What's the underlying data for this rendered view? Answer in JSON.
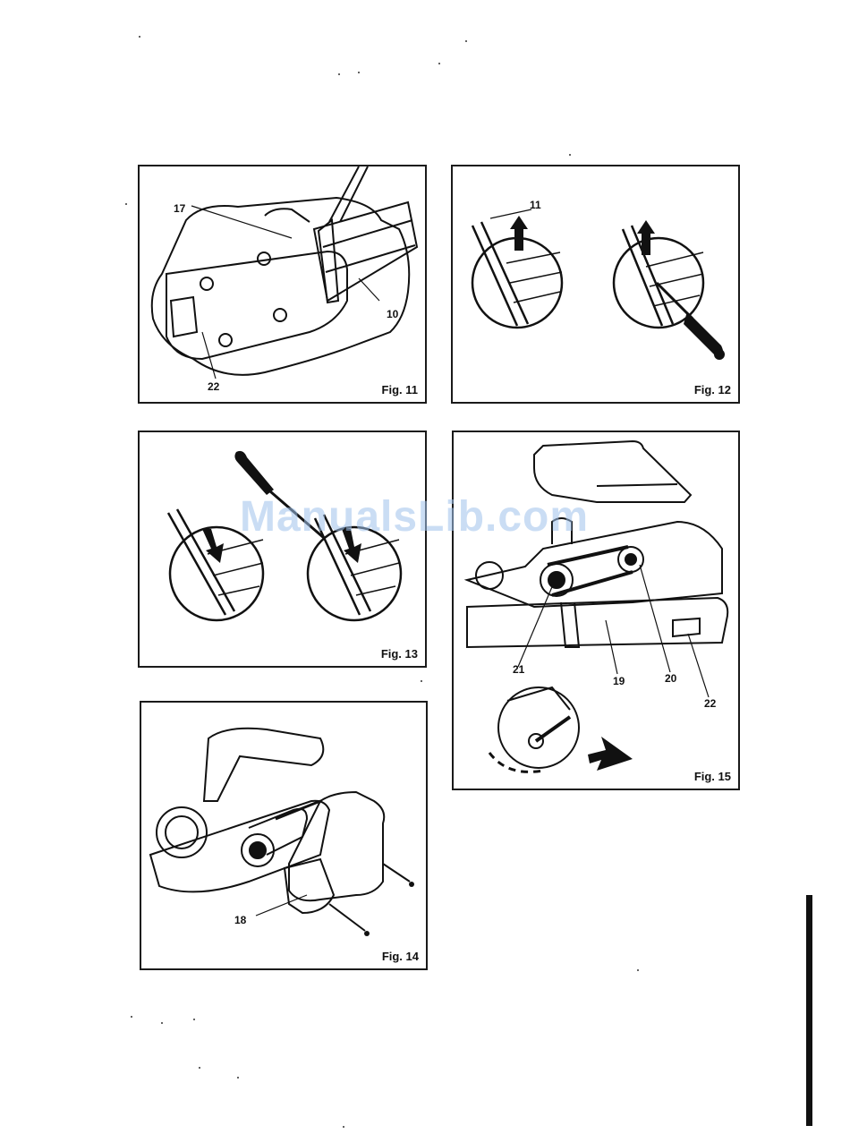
{
  "figures": {
    "fig11": {
      "label": "Fig. 11",
      "callouts": {
        "c17": "17",
        "c10": "10",
        "c22": "22"
      }
    },
    "fig12": {
      "label": "Fig. 12",
      "callouts": {
        "c11": "11"
      }
    },
    "fig13": {
      "label": "Fig. 13"
    },
    "fig14": {
      "label": "Fig. 14",
      "callouts": {
        "c18": "18"
      }
    },
    "fig15": {
      "label": "Fig. 15",
      "callouts": {
        "c21": "21",
        "c19": "19",
        "c20": "20",
        "c22": "22"
      }
    }
  },
  "watermark": "ManualsLib.com"
}
